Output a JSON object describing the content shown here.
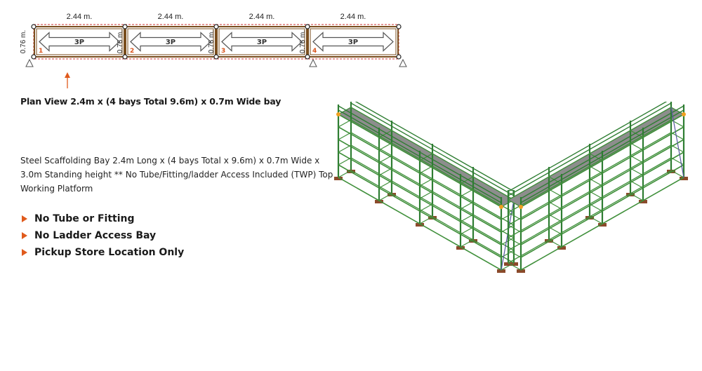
{
  "plan": {
    "bays": [
      {
        "length_label": "2.44 m.",
        "load_label": "3P",
        "number": "1"
      },
      {
        "length_label": "2.44 m.",
        "load_label": "3P",
        "number": "2"
      },
      {
        "length_label": "2.44 m.",
        "load_label": "3P",
        "number": "3"
      },
      {
        "length_label": "2.44 m.",
        "load_label": "3P",
        "number": "4"
      }
    ],
    "width_label": "0.76 m.",
    "colors": {
      "frame": "#7a4e1e",
      "arrow": "#555555",
      "number": "#d9541c",
      "dashed": "#cc3333",
      "marker": "#e05a1c"
    }
  },
  "caption": "Plan View 2.4m x (4 bays Total 9.6m) x 0.7m Wide bay",
  "description": "Steel Scaffolding Bay 2.4m Long x (4 bays Total x 9.6m) x 0.7m Wide x 3.0m Standing height ** No Tube/Fitting/ladder Access Included (TWP) Top Working Platform",
  "features": [
    "No Tube or Fitting",
    "No Ladder Access Bay",
    "Pickup Store Location Only"
  ],
  "iso_colors": {
    "standard": "#2e7d32",
    "ledger": "#3f8f3a",
    "deck": "#8d8d8d",
    "base": "#8b4a2b",
    "accent": "#f0a020"
  }
}
